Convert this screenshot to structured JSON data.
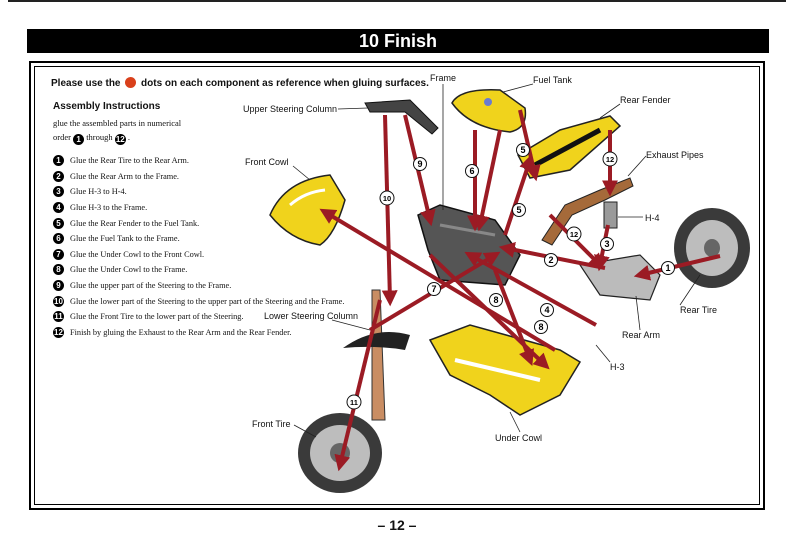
{
  "header": {
    "title": "10  Finish"
  },
  "note": {
    "before": "Please use the",
    "after": "dots on each component as reference when gluing surfaces."
  },
  "instructions": {
    "title": "Assembly Instructions",
    "line1": "glue the assembled parts in numerical",
    "order_word": "order",
    "from_num": "1",
    "through_word": "through",
    "to_num": "12",
    "steps": [
      {
        "num": "1",
        "text": "Glue the Rear Tire to the Rear Arm."
      },
      {
        "num": "2",
        "text": "Glue the Rear Arm to the Frame."
      },
      {
        "num": "3",
        "text": "Glue H-3 to H-4."
      },
      {
        "num": "4",
        "text": "Glue H-3 to the Frame."
      },
      {
        "num": "5",
        "text": "Glue the Rear Fender to the Fuel Tank."
      },
      {
        "num": "6",
        "text": "Glue the Fuel Tank to the Frame."
      },
      {
        "num": "7",
        "text": "Glue the Under Cowl to the Front Cowl."
      },
      {
        "num": "8",
        "text": "Glue the Under Cowl to the Frame."
      },
      {
        "num": "9",
        "text": "Glue the upper part of the Steering to the Frame."
      },
      {
        "num": "10",
        "text": "Glue the lower part of the Steering to the upper part of the Steering and the Frame."
      },
      {
        "num": "11",
        "text": "Glue the Front Tire to the lower part of the Steering."
      },
      {
        "num": "12",
        "text": "Finish by gluing the Exhaust to the Rear Arm and the Rear Fender."
      }
    ]
  },
  "parts": {
    "frame": "Frame",
    "fuel_tank": "Fuel Tank",
    "rear_fender": "Rear Fender",
    "upper_steering": "Upper Steering Column",
    "front_cowl": "Front Cowl",
    "exhaust": "Exhaust Pipes",
    "h4": "H-4",
    "rear_tire": "Rear Tire",
    "rear_arm": "Rear Arm",
    "lower_steering": "Lower Steering Column",
    "h3": "H-3",
    "front_tire": "Front Tire",
    "under_cowl": "Under Cowl"
  },
  "markers": [
    "1",
    "2",
    "3",
    "4",
    "5",
    "5",
    "6",
    "7",
    "8",
    "8",
    "9",
    "10",
    "11",
    "12",
    "12"
  ],
  "colors": {
    "arrow": "#9b1b24",
    "yellow": "#f0d31c",
    "dot": "#d9401b"
  },
  "footer": {
    "page": "– 12 –"
  }
}
